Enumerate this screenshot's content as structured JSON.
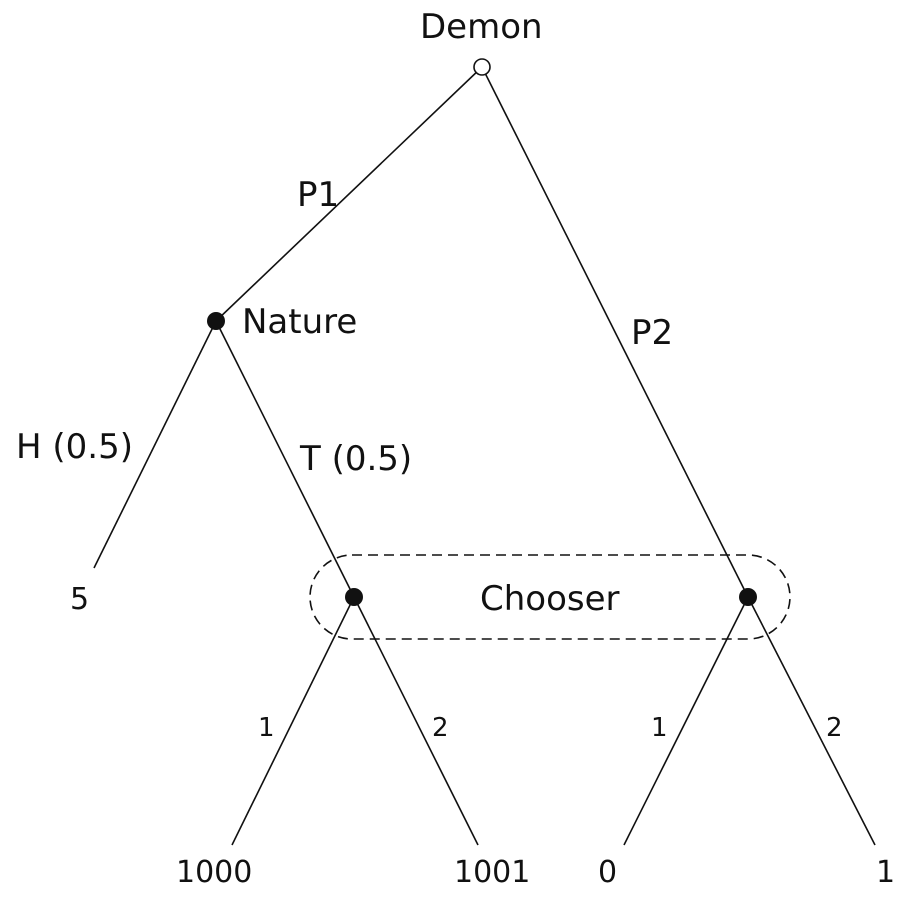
{
  "nodes": {
    "root_label": "Demon",
    "nature_label": "Nature",
    "info_set_label": "Chooser"
  },
  "edges": {
    "p1": "P1",
    "p2": "P2",
    "heads": "H (0.5)",
    "tails": "T (0.5)",
    "left_choice_1": "1",
    "left_choice_2": "2",
    "right_choice_1": "1",
    "right_choice_2": "2"
  },
  "payoffs": {
    "heads": "5",
    "left_1": "1000",
    "left_2": "1001",
    "right_1": "0",
    "right_2": "1"
  },
  "colors": {
    "line": "#111111",
    "root_fill": "#ffffff",
    "node_fill": "#111111"
  }
}
